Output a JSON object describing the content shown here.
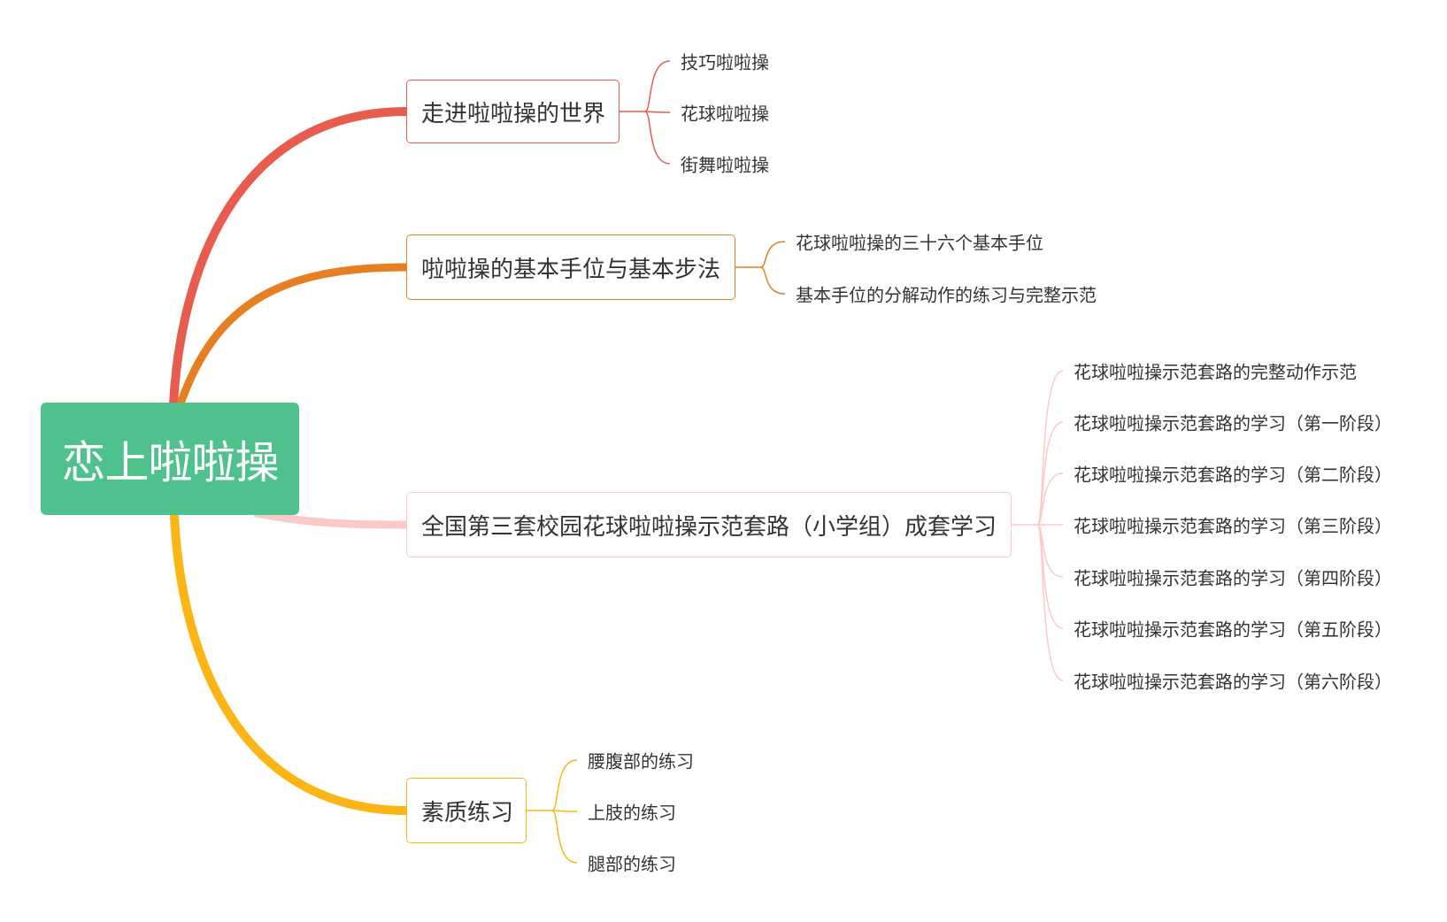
{
  "root": {
    "label": "恋上啦啦操",
    "color": "#4fc18c"
  },
  "branches": [
    {
      "label": "走进啦啦操的世界",
      "color": "#e85c4f",
      "children": [
        "技巧啦啦操",
        "花球啦啦操",
        "街舞啦啦操"
      ]
    },
    {
      "label": "啦啦操的基本手位与基本步法",
      "color": "#e67e22",
      "children": [
        "花球啦啦操的三十六个基本手位",
        "基本手位的分解动作的练习与完整示范"
      ]
    },
    {
      "label": "全国第三套校园花球啦啦操示范套路（小学组）成套学习",
      "color": "#fcc9c9",
      "children": [
        "花球啦啦操示范套路的完整动作示范",
        "花球啦啦操示范套路的学习（第一阶段）",
        "花球啦啦操示范套路的学习（第二阶段）",
        "花球啦啦操示范套路的学习（第三阶段）",
        "花球啦啦操示范套路的学习（第四阶段）",
        "花球啦啦操示范套路的学习（第五阶段）",
        "花球啦啦操示范套路的学习（第六阶段）"
      ]
    },
    {
      "label": "素质练习",
      "color": "#fbb515",
      "children": [
        "腰腹部的练习",
        "上肢的练习",
        "腿部的练习"
      ]
    }
  ]
}
